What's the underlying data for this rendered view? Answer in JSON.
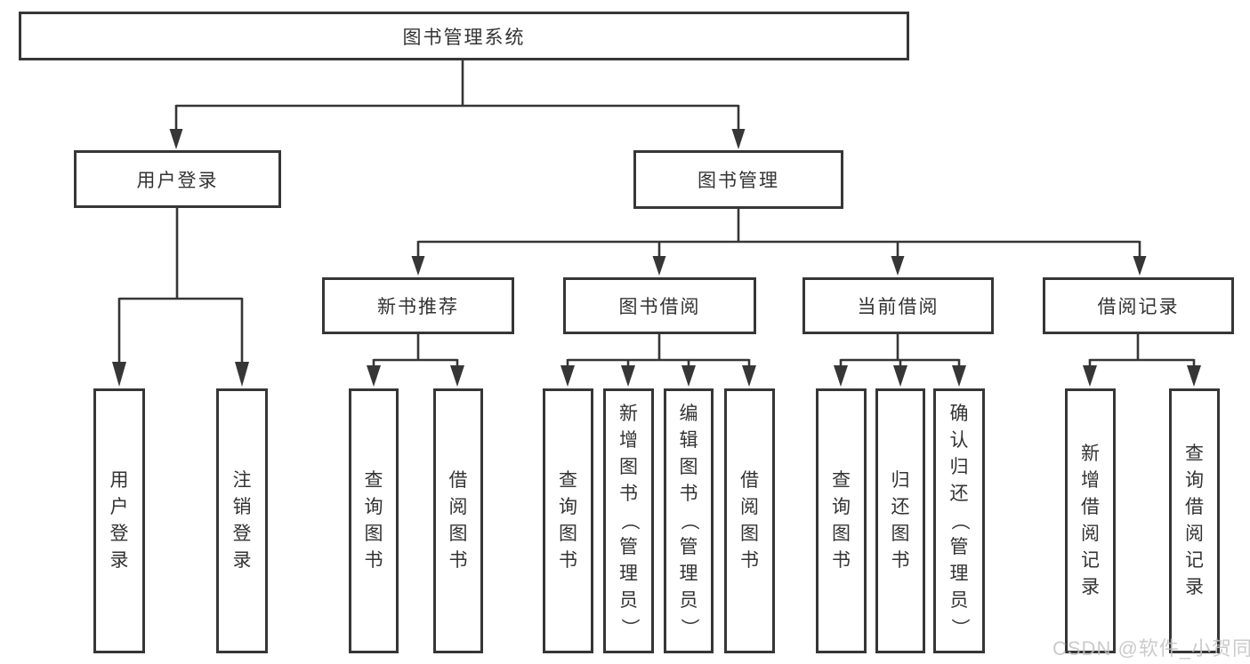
{
  "diagram": {
    "title": "图书管理系统",
    "colors": {
      "line": "#363636",
      "border": "#363636",
      "text": "#333333",
      "background": "#ffffff",
      "watermark": "#c2c2c2"
    },
    "nodes": {
      "root": {
        "label": "图书管理系统"
      },
      "l2": [
        {
          "label": "用户登录"
        },
        {
          "label": "图书管理"
        }
      ],
      "l3": [
        {
          "label": "新书推荐",
          "parent": "图书管理"
        },
        {
          "label": "图书借阅",
          "parent": "图书管理"
        },
        {
          "label": "当前借阅",
          "parent": "图书管理"
        },
        {
          "label": "借阅记录",
          "parent": "图书管理"
        }
      ],
      "leaves": [
        {
          "label": "用户登录",
          "parent": "用户登录"
        },
        {
          "label": "注销登录",
          "parent": "用户登录"
        },
        {
          "label": "查询图书",
          "parent": "新书推荐"
        },
        {
          "label": "借阅图书",
          "parent": "新书推荐"
        },
        {
          "label": "查询图书",
          "parent": "图书借阅"
        },
        {
          "label": "新增图书（管理员）",
          "parent": "图书借阅"
        },
        {
          "label": "编辑图书（管理员）",
          "parent": "图书借阅"
        },
        {
          "label": "借阅图书",
          "parent": "图书借阅"
        },
        {
          "label": "查询图书",
          "parent": "当前借阅"
        },
        {
          "label": "归还图书",
          "parent": "当前借阅"
        },
        {
          "label": "确认归还（管理员）",
          "parent": "当前借阅"
        },
        {
          "label": "新增借阅记录",
          "parent": "借阅记录"
        },
        {
          "label": "查询借阅记录",
          "parent": "借阅记录"
        }
      ]
    }
  },
  "watermark": {
    "text": "CSDN @软件_小贺同学"
  }
}
